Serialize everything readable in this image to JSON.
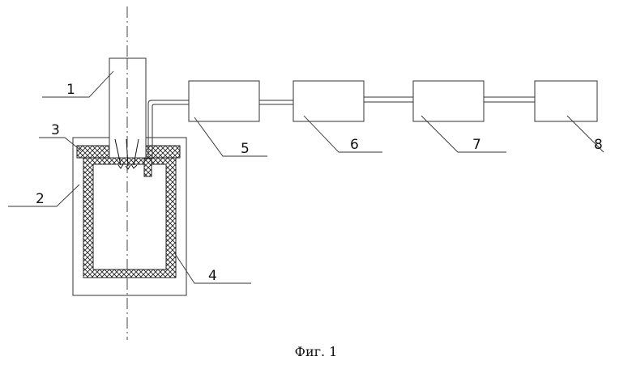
{
  "diagram": {
    "labels": {
      "l1": "1",
      "l2": "2",
      "l3": "3",
      "l4": "4",
      "l5": "5",
      "l6": "6",
      "l7": "7",
      "l8": "8"
    },
    "caption": "Фиг. 1"
  }
}
